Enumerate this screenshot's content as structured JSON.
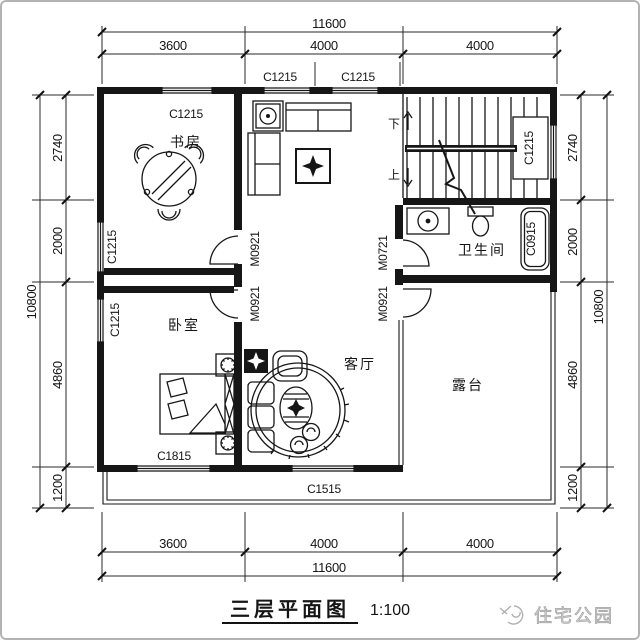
{
  "plan": {
    "title": "三层平面图",
    "scale": "1:100",
    "watermark": "住宅公园",
    "rooms": {
      "study": "书房",
      "bedroom": "卧室",
      "living": "客厅",
      "bathroom": "卫生间",
      "terrace": "露台"
    },
    "stairs": {
      "down": "下",
      "up": "上"
    },
    "openings": {
      "window_c1215": "C1215",
      "window_c1815": "C1815",
      "window_c1515": "C1515",
      "window_c0915": "C0915",
      "door_m0921": "M0921",
      "door_m0721": "M0721"
    },
    "dimensions": {
      "top": {
        "total": "11600",
        "segments": [
          "3600",
          "4000",
          "4000"
        ]
      },
      "bottom": {
        "total": "11600",
        "segments": [
          "3600",
          "4000",
          "4000"
        ]
      },
      "left": {
        "total": "10800",
        "segments": [
          "2740",
          "2000",
          "4860",
          "1200"
        ]
      },
      "right": {
        "total": "10800",
        "segments": [
          "2740",
          "2000",
          "4860",
          "1200"
        ]
      }
    }
  }
}
